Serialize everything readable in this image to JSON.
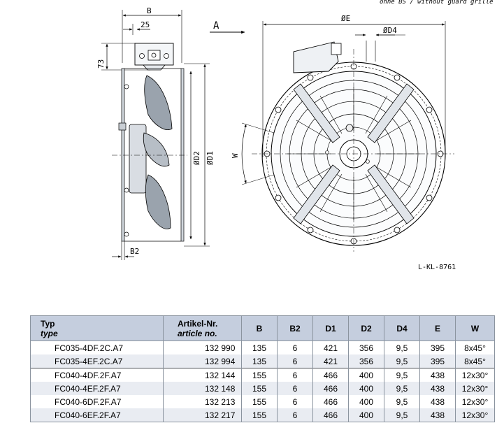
{
  "drawing": {
    "note": "ohne BS / without guard grille",
    "view_label": "A",
    "reference": "L-KL-8761",
    "dims": {
      "B": "B",
      "dim_25": "25",
      "dim_73": "73",
      "B2": "B2",
      "D1": "ØD1",
      "D2": "ØD2",
      "E": "ØE",
      "D4": "ØD4",
      "W": "W"
    }
  },
  "table": {
    "headers": {
      "typ_de": "Typ",
      "typ_en": "type",
      "art_de": "Artikel-Nr.",
      "art_en": "article no.",
      "B": "B",
      "B2": "B2",
      "D1": "D1",
      "D2": "D2",
      "D4": "D4",
      "E": "E",
      "W": "W"
    },
    "rows": [
      {
        "typ": "FC035-4DF.2C.A7",
        "art": "132 990",
        "B": "135",
        "B2": "6",
        "D1": "421",
        "D2": "356",
        "D4": "9,5",
        "E": "395",
        "W": "8x45°"
      },
      {
        "typ": "FC035-4EF.2C.A7",
        "art": "132 994",
        "B": "135",
        "B2": "6",
        "D1": "421",
        "D2": "356",
        "D4": "9,5",
        "E": "395",
        "W": "8x45°"
      },
      {
        "typ": "FC040-4DF.2F.A7",
        "art": "132 144",
        "B": "155",
        "B2": "6",
        "D1": "466",
        "D2": "400",
        "D4": "9,5",
        "E": "438",
        "W": "12x30°"
      },
      {
        "typ": "FC040-4EF.2F.A7",
        "art": "132 148",
        "B": "155",
        "B2": "6",
        "D1": "466",
        "D2": "400",
        "D4": "9,5",
        "E": "438",
        "W": "12x30°"
      },
      {
        "typ": "FC040-6DF.2F.A7",
        "art": "132 213",
        "B": "155",
        "B2": "6",
        "D1": "466",
        "D2": "400",
        "D4": "9,5",
        "E": "438",
        "W": "12x30°"
      },
      {
        "typ": "FC040-6EF.2F.A7",
        "art": "132 217",
        "B": "155",
        "B2": "6",
        "D1": "466",
        "D2": "400",
        "D4": "9,5",
        "E": "438",
        "W": "12x30°"
      }
    ]
  }
}
